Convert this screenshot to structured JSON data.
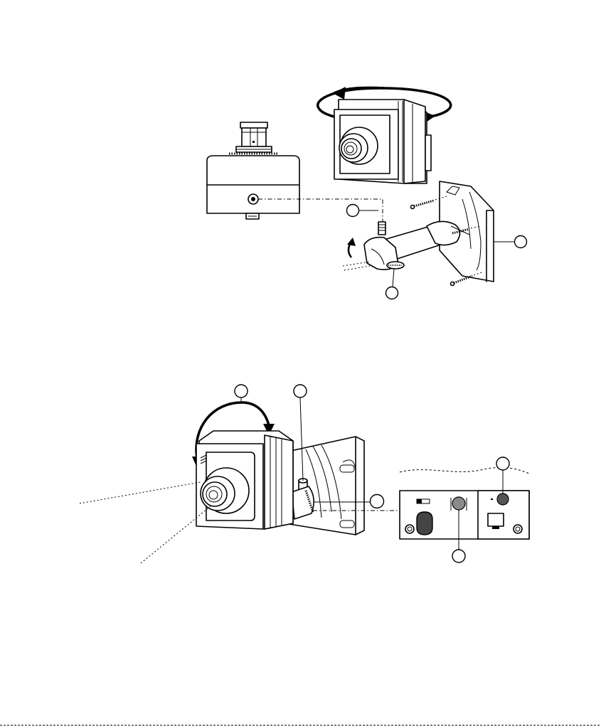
{
  "diagram": {
    "colors": {
      "line": "#000000",
      "background": "#ffffff",
      "connector_gray": "#8a8a8a",
      "dark_connector": "#555555"
    },
    "figure_top": {
      "name": "camera-mounting-to-bracket"
    },
    "figure_bottom": {
      "name": "camera-tilt-and-rear-connectors"
    },
    "callouts": [
      {
        "id": "callout-mounting-screw",
        "label": ""
      },
      {
        "id": "callout-wall-bracket",
        "label": ""
      },
      {
        "id": "callout-lock-knob",
        "label": ""
      },
      {
        "id": "callout-tilt",
        "label": ""
      },
      {
        "id": "callout-set-screw",
        "label": ""
      },
      {
        "id": "callout-adjust-wheel",
        "label": ""
      },
      {
        "id": "callout-rear-jack-right",
        "label": ""
      },
      {
        "id": "callout-rear-jack-center",
        "label": ""
      }
    ]
  }
}
